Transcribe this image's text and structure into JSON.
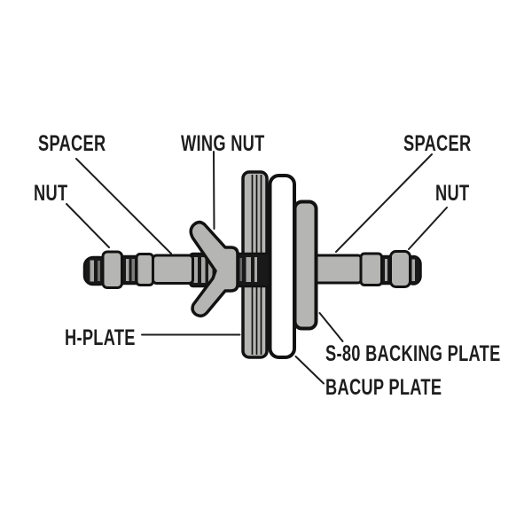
{
  "labels": {
    "spacer_left": "SPACER",
    "nut_left": "NUT",
    "wing_nut": "WING NUT",
    "spacer_right": "SPACER",
    "nut_right": "NUT",
    "h_plate": "H-PLATE",
    "s80_backing_plate": "S-80 BACKING PLATE",
    "bacup_plate": "BACUP PLATE"
  },
  "colors": {
    "part_gray": "#b5b6b3",
    "outline": "#121212",
    "thread_dark": "#191919",
    "thread_highlight": "#a8a9a7",
    "text": "#1d1d1d",
    "background": "#ffffff"
  }
}
